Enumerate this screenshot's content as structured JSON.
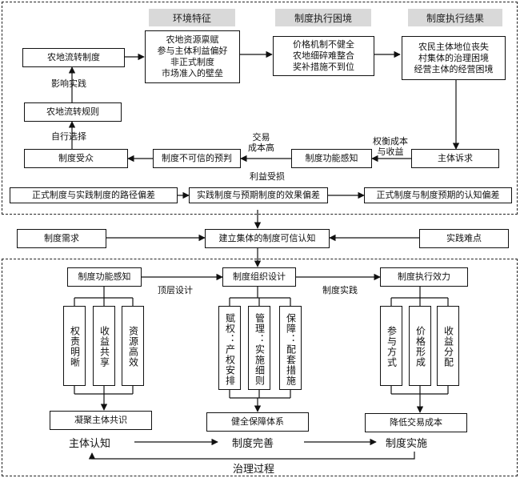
{
  "top": {
    "headers": {
      "env": "环境特征",
      "dilemma": "制度执行困境",
      "result": "制度执行结果"
    },
    "env_box": [
      "农地资源禀赋",
      "参与主体利益偏好",
      "非正式制度",
      "市场准入的壁垒"
    ],
    "dilemma_box": [
      "价格机制不健全",
      "农地细碎难整合",
      "奖补措施不到位"
    ],
    "result_box": [
      "农民主体地位丧失",
      "村集体的治理困境",
      "经营主体的经营困境"
    ],
    "transfer_system": "农地流转制度",
    "influence_practice": "影响实践",
    "transfer_rules": "农地流转规则",
    "self_choice": "自行选择",
    "system_audience": "制度受众",
    "unreliable_expect": "制度不可信的预判",
    "function_perception": "制度功能感知",
    "subject_demand": "主体诉求",
    "label_trade_cost": [
      "交易",
      "成本高"
    ],
    "label_weigh": [
      "权衡成本",
      "与收益"
    ],
    "label_interest": "利益受损",
    "deviations": [
      "正式制度与实践制度的路径偏差",
      "实践制度与预期制度的效果偏差",
      "正式制度与制度预期的认知偏差"
    ]
  },
  "middle": {
    "demand": "制度需求",
    "center": "建立集体的制度可信认知",
    "difficulty": "实践难点"
  },
  "bottom": {
    "perception": "制度功能感知",
    "org_design": "制度组织设计",
    "exec_effect": "制度执行效力",
    "label_top_design": "顶层设计",
    "label_practice": "制度实践",
    "cols_left": [
      "权责明晰",
      "收益共享",
      "资源高效"
    ],
    "cols_mid": [
      "赋权：产权安排",
      "管理：实施细则",
      "保障：配套措施"
    ],
    "cols_right": [
      "参与方式",
      "价格形成",
      "收益分配"
    ],
    "consensus": "凝聚主体共识",
    "guarantee": "健全保障体系",
    "reduce_cost": "降低交易成本",
    "flow": [
      "主体认知",
      "制度完善",
      "制度实施"
    ],
    "governance": "治理过程"
  }
}
